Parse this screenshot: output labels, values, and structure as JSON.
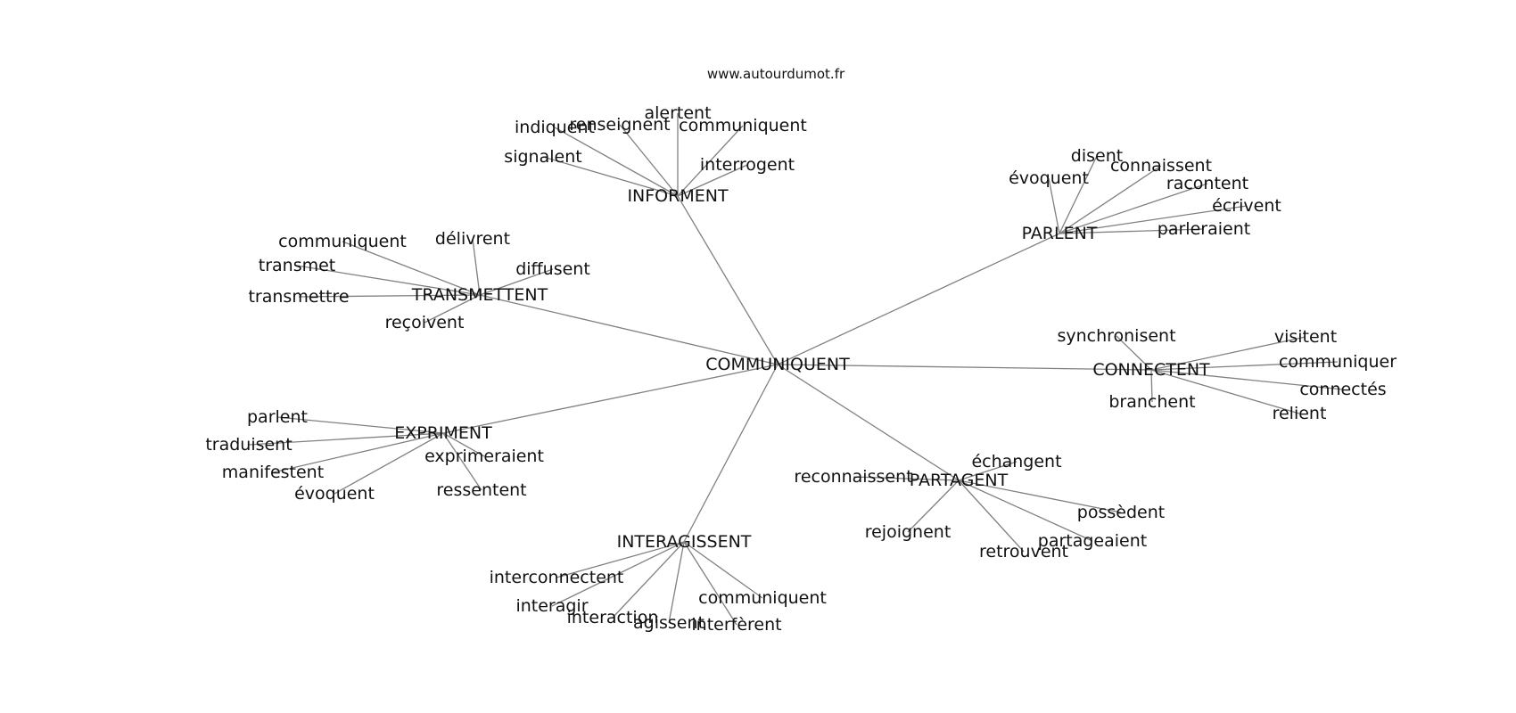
{
  "credit": "www.autourdumot.fr",
  "center": {
    "id": "communiquent",
    "label": "COMMUNIQUENT"
  },
  "groups": [
    {
      "id": "informent",
      "label": "INFORMENT",
      "leaves": [
        "signalent",
        "indiquent",
        "renseignent",
        "alertent",
        "communiquent",
        "interrogent"
      ]
    },
    {
      "id": "parlent",
      "label": "PARLENT",
      "leaves": [
        "évoquent",
        "disent",
        "connaissent",
        "racontent",
        "écrivent",
        "parleraient"
      ]
    },
    {
      "id": "transmettent",
      "label": "TRANSMETTENT",
      "leaves": [
        "communiquent",
        "transmet",
        "transmettre",
        "délivrent",
        "diffusent",
        "reçoivent"
      ]
    },
    {
      "id": "connectent",
      "label": "CONNECTENT",
      "leaves": [
        "synchronisent",
        "visitent",
        "communiquer",
        "connectés",
        "relient",
        "branchent"
      ]
    },
    {
      "id": "expriment",
      "label": "EXPRIMENT",
      "leaves": [
        "parlent",
        "traduisent",
        "manifestent",
        "évoquent",
        "exprimeraient",
        "ressentent"
      ]
    },
    {
      "id": "partagent",
      "label": "PARTAGENT",
      "leaves": [
        "reconnaissent",
        "échangent",
        "possèdent",
        "partageaient",
        "retrouvent",
        "rejoignent"
      ]
    },
    {
      "id": "interagissent",
      "label": "INTERAGISSENT",
      "leaves": [
        "interconnectent",
        "interagir",
        "interaction",
        "agissent",
        "interfèrent",
        "communiquent"
      ]
    }
  ]
}
